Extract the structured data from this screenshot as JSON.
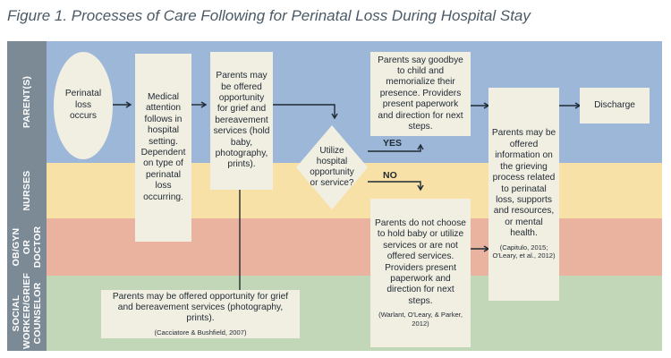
{
  "title": "Figure 1. Processes of Care Following for Perinatal Loss During Hospital Stay",
  "lanes": [
    {
      "label": "PARENT(S)",
      "color": "#9db7d9"
    },
    {
      "label": "NURSES",
      "color": "#f7e1a6"
    },
    {
      "label": "OB/GYN OR DOCTOR",
      "color": "#e9b3a0"
    },
    {
      "label": "SOCIAL WORKER/GRIEF COUNSELOR",
      "color": "#c2d7b8"
    }
  ],
  "nodes": {
    "perinatal_loss": "Perinatal loss occurs",
    "medical_attention": "Medical attention follows in hospital setting. Dependent on type of perinatal loss occurring.",
    "offered_opportunity": "Parents may be offered opportunity for grief and bereavement services (hold baby, photography, prints).",
    "decision": "Utilize hospital opportunity or service?",
    "say_goodbye": "Parents say goodbye to child and memorialize their presence. Providers present paperwork and direction for next steps.",
    "do_not_choose": "Parents do not choose to hold baby or utilize services or are not offered services. Providers present paperwork and direction for next steps.",
    "do_not_choose_cite": "(Warlant, O'Leary, & Parker, 2012)",
    "information": "Parents may be offered information on the grieving process related to perinatal loss, supports and resources, or mental health.",
    "information_cite": "(Capitulo, 2015; O'Leary, et al., 2012)",
    "discharge": "Discharge",
    "counselor": "Parents may be offered opportunity for grief and bereavement services (photography, prints).",
    "counselor_cite": "(Cacciatore & Bushfield, 2007)"
  },
  "edge_labels": {
    "yes": "YES",
    "no": "NO"
  },
  "colors": {
    "box": "#f1eee2",
    "lane_label": "#7b8a95",
    "text": "#1f2a33"
  }
}
